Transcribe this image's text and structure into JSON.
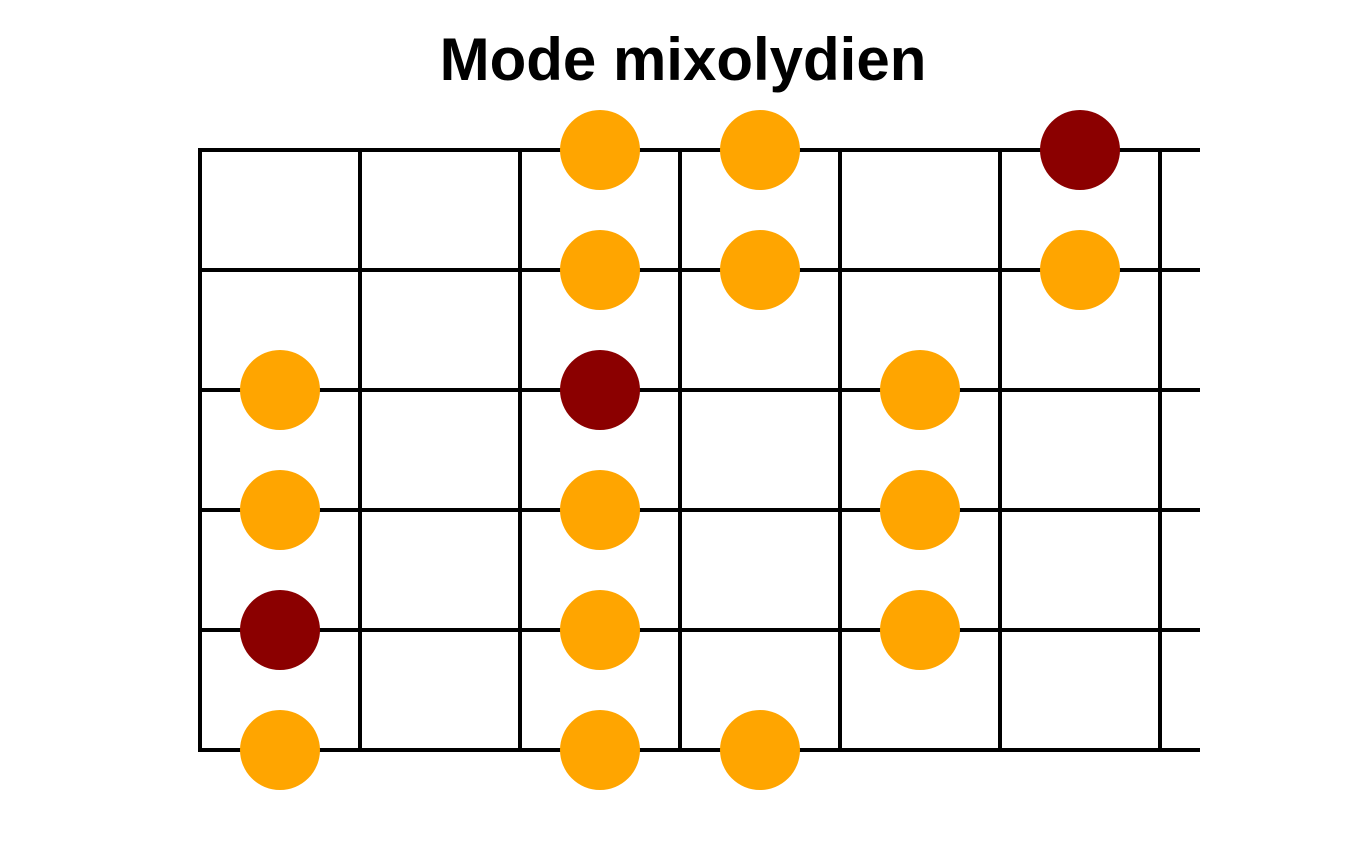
{
  "title": "Mode mixolydien",
  "colors": {
    "line": "#000000",
    "note": "#ffa500",
    "root": "#8b0000",
    "background": "#ffffff"
  },
  "fretboard": {
    "strings": 6,
    "frets": 6,
    "notes": [
      {
        "string": 1,
        "fret": 3,
        "root": false
      },
      {
        "string": 1,
        "fret": 4,
        "root": false
      },
      {
        "string": 1,
        "fret": 6,
        "root": true
      },
      {
        "string": 2,
        "fret": 3,
        "root": false
      },
      {
        "string": 2,
        "fret": 4,
        "root": false
      },
      {
        "string": 2,
        "fret": 6,
        "root": false
      },
      {
        "string": 3,
        "fret": 1,
        "root": false
      },
      {
        "string": 3,
        "fret": 3,
        "root": true
      },
      {
        "string": 3,
        "fret": 5,
        "root": false
      },
      {
        "string": 4,
        "fret": 1,
        "root": false
      },
      {
        "string": 4,
        "fret": 3,
        "root": false
      },
      {
        "string": 4,
        "fret": 5,
        "root": false
      },
      {
        "string": 5,
        "fret": 1,
        "root": true
      },
      {
        "string": 5,
        "fret": 3,
        "root": false
      },
      {
        "string": 5,
        "fret": 5,
        "root": false
      },
      {
        "string": 6,
        "fret": 1,
        "root": false
      },
      {
        "string": 6,
        "fret": 3,
        "root": false
      },
      {
        "string": 6,
        "fret": 4,
        "root": false
      }
    ]
  }
}
